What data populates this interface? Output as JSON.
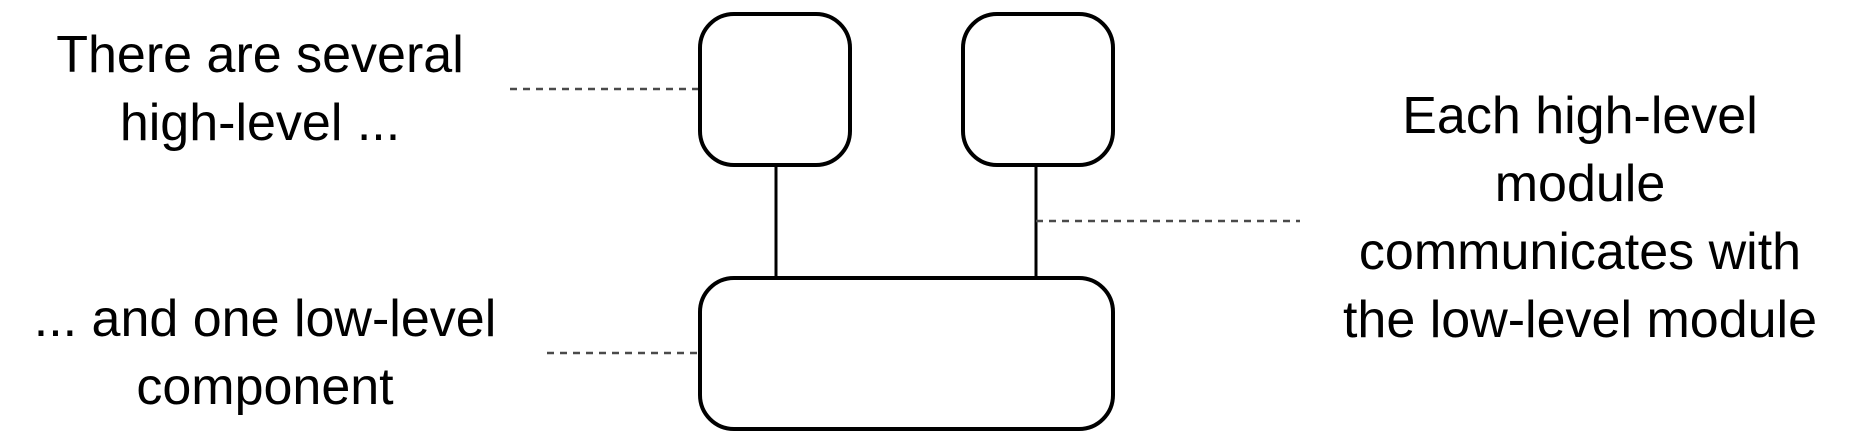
{
  "colors": {
    "node_stroke": "#000000",
    "edge": "#000000",
    "leader": "#4a4a4a",
    "text": "#000000",
    "background": "#ffffff"
  },
  "nodes": {
    "high_level_left": {
      "label": ""
    },
    "high_level_right": {
      "label": ""
    },
    "low_level": {
      "label": ""
    }
  },
  "annotations": {
    "high_level": {
      "line1": "There are several",
      "line2": "high-level ..."
    },
    "low_level": {
      "line1": "... and one low-level",
      "line2": "component"
    },
    "communicates": {
      "line1": "Each high-level",
      "line2": "module",
      "line3": "communicates with",
      "line4": "the low-level module"
    }
  }
}
